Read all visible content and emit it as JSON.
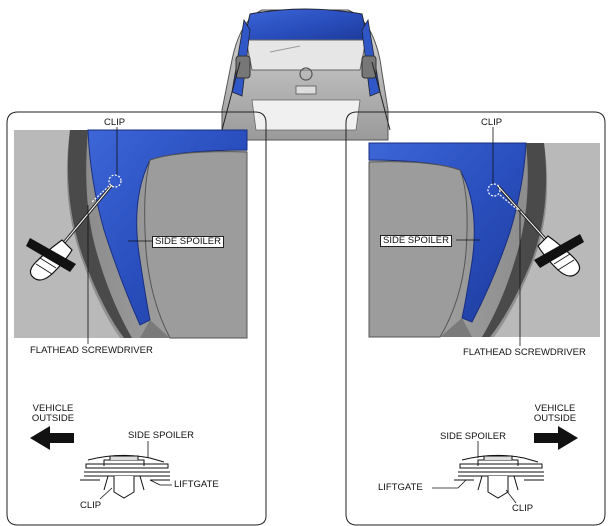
{
  "left_panel": {
    "clip_label": "CLIP",
    "spoiler_label": "SIDE SPOILER",
    "screwdriver_label": "FLATHEAD SCREWDRIVER",
    "vehicle_outside_line1": "VEHICLE",
    "vehicle_outside_line2": "OUTSIDE",
    "section_spoiler_label": "SIDE SPOILER",
    "section_liftgate_label": "LIFTGATE",
    "section_clip_label": "CLIP"
  },
  "right_panel": {
    "clip_label": "CLIP",
    "spoiler_label": "SIDE SPOILER",
    "screwdriver_label": "FLATHEAD SCREWDRIVER",
    "vehicle_outside_line1": "VEHICLE",
    "vehicle_outside_line2": "OUTSIDE",
    "section_spoiler_label": "SIDE SPOILER",
    "section_liftgate_label": "LIFTGATE",
    "section_clip_label": "CLIP"
  },
  "colors": {
    "spoiler_blue": "#2f57c8",
    "body_gray": "#9a9a9a",
    "photo_gray": "#8c8c8c"
  }
}
